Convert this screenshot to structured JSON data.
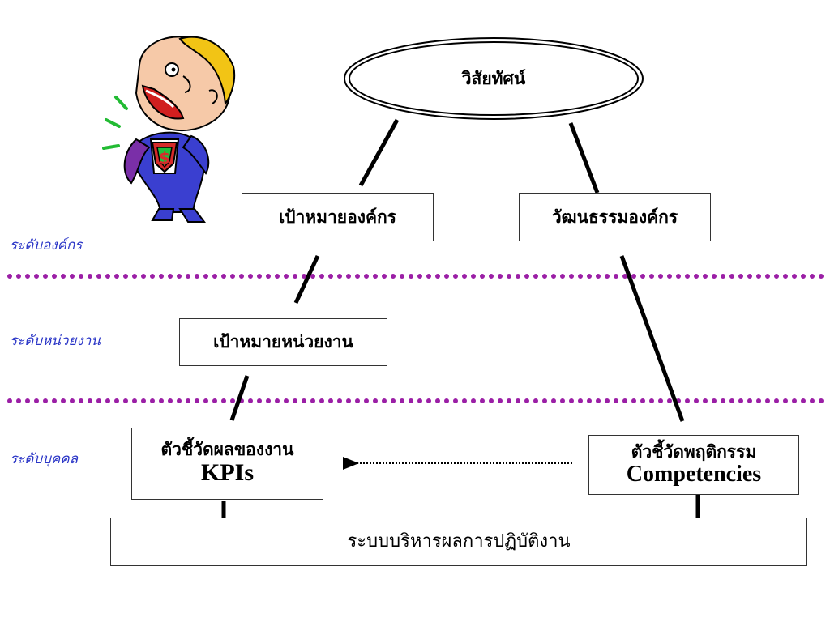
{
  "levels": {
    "org": "ระดับองค์กร",
    "unit": "ระดับหน่วยงาน",
    "person": "ระดับบุคคล"
  },
  "vision": "วิสัยทัศน์",
  "org_goal": "เป้าหมายองค์กร",
  "org_culture": "วัฒนธรรมองค์กร",
  "unit_goal": "เป้าหมายหน่วยงาน",
  "kpi_box": {
    "thai": "ตัวชี้วัดผลของงาน",
    "english": "KPIs"
  },
  "competency_box": {
    "thai": "ตัวชี้วัดพฤติกรรม",
    "english": "Competencies"
  },
  "system": "ระบบบริหารผลการปฏิบัติงาน",
  "colors": {
    "divider": "#9b1fa6",
    "level_label": "#2b36c7",
    "connector": "#000000"
  },
  "icons": [
    "cheering-businessman-icon"
  ]
}
